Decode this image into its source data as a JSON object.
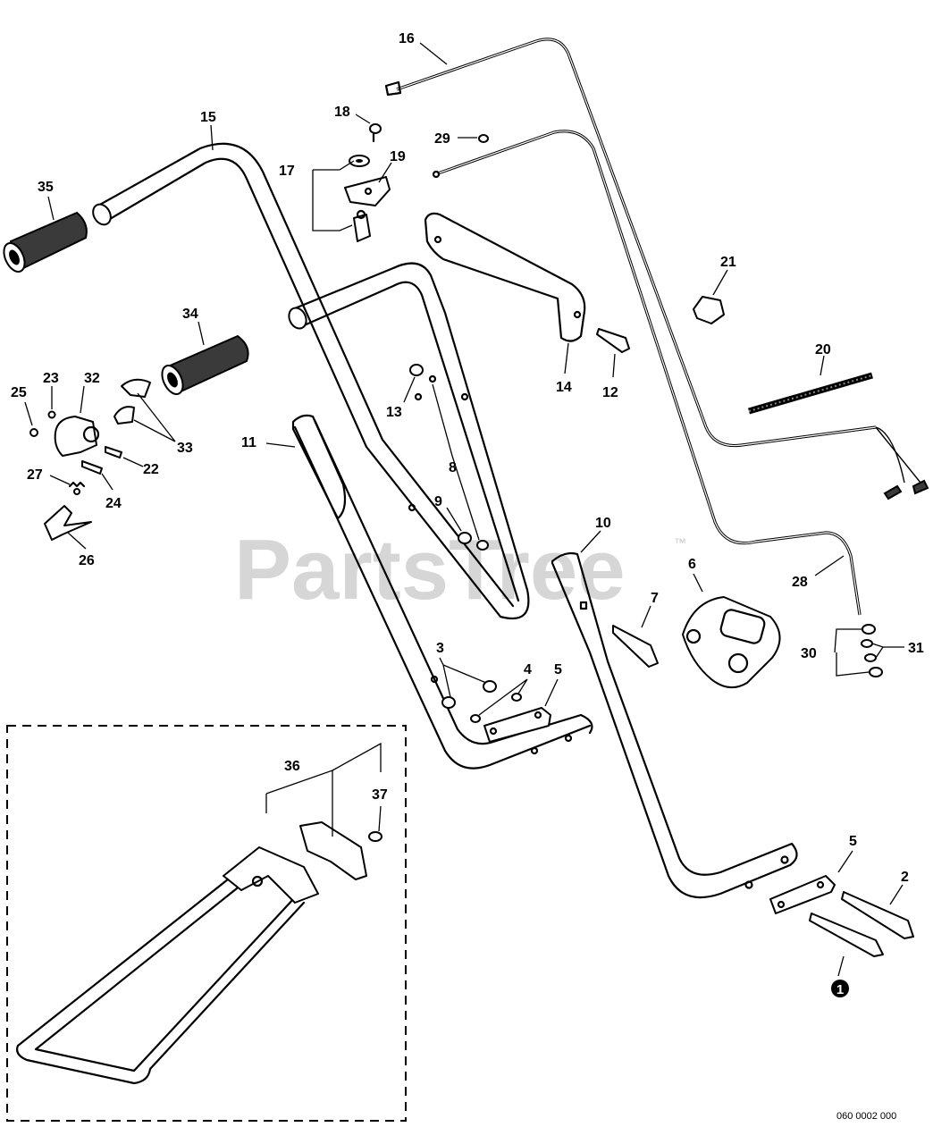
{
  "watermark": {
    "text": "PartsTree",
    "trademark": "™"
  },
  "figure_id": "060 0002 000",
  "note_marker": "1",
  "callouts": {
    "c2": "2",
    "c3": "3",
    "c4": "4",
    "c5a": "5",
    "c5b": "5",
    "c6": "6",
    "c7": "7",
    "c8": "8",
    "c9": "9",
    "c10": "10",
    "c11": "11",
    "c12": "12",
    "c13": "13",
    "c14": "14",
    "c15": "15",
    "c16": "16",
    "c17": "17",
    "c18": "18",
    "c19": "19",
    "c20": "20",
    "c21": "21",
    "c22": "22",
    "c23": "23",
    "c24": "24",
    "c25": "25",
    "c26": "26",
    "c27": "27",
    "c28": "28",
    "c29": "29",
    "c30": "30",
    "c31": "31",
    "c32": "32",
    "c33": "33",
    "c34": "34",
    "c35": "35",
    "c36": "36",
    "c37": "37"
  }
}
